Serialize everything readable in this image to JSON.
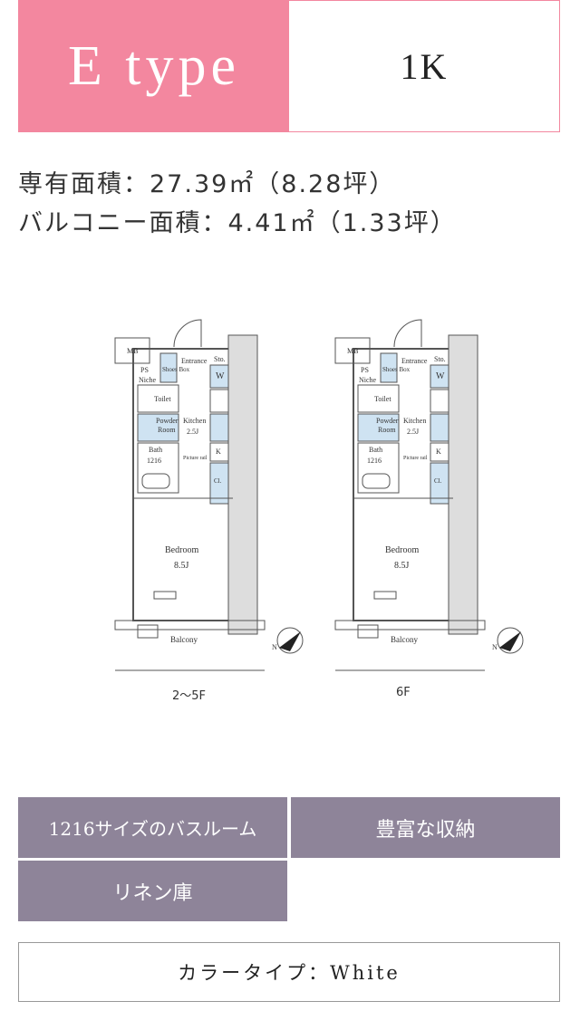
{
  "header": {
    "type_label": "E type",
    "layout": "1K"
  },
  "area": {
    "exclusive": "専有面積：27.39㎡（8.28坪）",
    "balcony": "バルコニー面積：4.41㎡（1.33坪）"
  },
  "plans": [
    {
      "floor": "2～5F",
      "rooms": {
        "mb": "MB",
        "entrance": "Entrance",
        "sto": "Sto.",
        "ps": "PS",
        "niche": "Niche",
        "shoes": "Shoes Box",
        "w": "W",
        "toilet": "Toilet",
        "powder": "Powder",
        "powder2": "Room",
        "kitchen": "Kitchen",
        "kitchen_size": "2.5J",
        "bath": "Bath",
        "bath_size": "1216",
        "k": "K",
        "cl": "Cl.",
        "picture_rail": "Picture rail",
        "bedroom": "Bedroom",
        "bedroom_size": "8.5J",
        "balcony": "Balcony",
        "north": "N"
      }
    },
    {
      "floor": "6F",
      "rooms": {
        "mb": "MB",
        "entrance": "Entrance",
        "sto": "Sto.",
        "ps": "PS",
        "niche": "Niche",
        "shoes": "Shoes Box",
        "w": "W",
        "toilet": "Toilet",
        "powder": "Powder",
        "powder2": "Room",
        "kitchen": "Kitchen",
        "kitchen_size": "2.5J",
        "bath": "Bath",
        "bath_size": "1216",
        "k": "K",
        "cl": "Cl.",
        "picture_rail": "Picture rail",
        "bedroom": "Bedroom",
        "bedroom_size": "8.5J",
        "balcony": "Balcony",
        "north": "N"
      }
    }
  ],
  "features": [
    "1216サイズのバスルーム",
    "豊富な収納",
    "リネン庫"
  ],
  "color_type": "カラータイプ：White",
  "colors": {
    "accent": "#f3879f",
    "feature_bg": "#8e8499",
    "plan_blue": "#cfe3f2"
  }
}
